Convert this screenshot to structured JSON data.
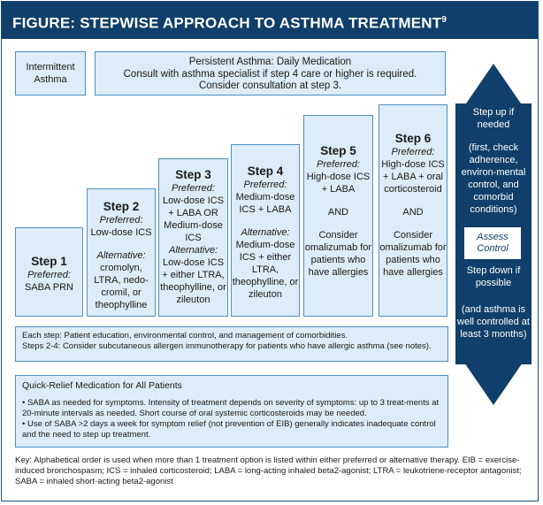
{
  "header": {
    "title": "FIGURE: STEPWISE APPROACH TO ASTHMA TREATMENT",
    "sup": "9"
  },
  "intermittent": {
    "label": "Intermittent Asthma"
  },
  "persistent": {
    "line1": "Persistent Asthma: Daily Medication",
    "line2": "Consult with asthma specialist if step 4 care or higher is required.",
    "line3": "Consider consultation at step 3."
  },
  "steps": [
    {
      "title": "Step 1",
      "preferred_label": "Preferred:",
      "preferred": "SABA PRN",
      "alt_label": "",
      "alt": ""
    },
    {
      "title": "Step 2",
      "preferred_label": "Preferred:",
      "preferred": "Low-dose ICS",
      "alt_label": "Alternative:",
      "alt": "cromolyn, LTRA, nedo-cromil, or theophylline"
    },
    {
      "title": "Step 3",
      "preferred_label": "Preferred:",
      "preferred": "Low-dose ICS + LABA OR Medium-dose ICS",
      "alt_label": "Alternative:",
      "alt": "Low-dose ICS + either LTRA, theophylline, or zileuton"
    },
    {
      "title": "Step 4",
      "preferred_label": "Preferred:",
      "preferred": "Medium-dose ICS + LABA",
      "alt_label": "Alternative:",
      "alt": "Medium-dose ICS + either LTRA, theophylline, or zileuton"
    },
    {
      "title": "Step 5",
      "preferred_label": "Preferred:",
      "preferred": "High-dose ICS + LABA",
      "and": "AND",
      "consider": "Consider omalizumab for patients who have allergies"
    },
    {
      "title": "Step 6",
      "preferred_label": "Preferred:",
      "preferred": "High-dose ICS + LABA + oral corticosteroid",
      "and": "AND",
      "consider": "Consider omalizumab for patients who have allergies"
    }
  ],
  "side": {
    "step_up": "Step up if needed",
    "step_up_note": "(first, check adherence, environ-mental control, and comorbid conditions)",
    "assess": "Assess Control",
    "step_down": "Step down if possible",
    "step_down_note": "(and asthma is well controlled at least 3 months)"
  },
  "each_step": {
    "line1": "Each step: Patient education, environmental control, and management of comorbidities.",
    "line2": "Steps 2-4: Consider subcutaneous allergen immunotherapy for patients who have allergic asthma (see notes)."
  },
  "quick_relief": {
    "title": "Quick-Relief Medication for All Patients",
    "bullet1": "• SABA as needed for symptoms. Intensity of treatment depends on severity of symptoms: up to 3 treat-ments at 20-minute intervals as needed. Short course of oral systemic corticosteroids may be needed.",
    "bullet2": "• Use of SABA >2 days a week for symptom relief (not prevention of EIB) generally indicates inadequate control and the need to step up treatment."
  },
  "key": {
    "text": "Key: Alphabetical order is used when more than 1 treatment option is listed within either preferred or alternative therapy. EIB = exercise-induced bronchospasm; ICS = inhaled corticosteroid; LABA = long-acting inhaled beta2-agonist; LTRA = leukotriene-receptor antagonist; SABA = inhaled short-acting beta2-agonist"
  }
}
